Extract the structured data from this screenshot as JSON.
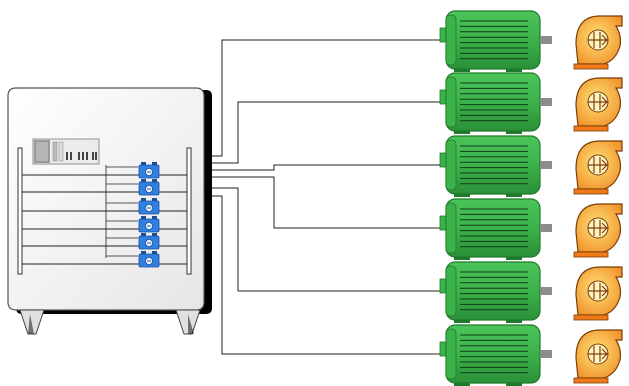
{
  "diagram": {
    "type": "motor-control-panel-schematic",
    "drive_count": 6,
    "motor_count": 6,
    "pump_count": 6,
    "colors": {
      "background": "#ffffff",
      "cabinet_fill": "#eeeeee",
      "cabinet_stroke": "#555555",
      "cabinet_shadow": "#000000",
      "wire": "#222222",
      "drive_body": "#2f80e0",
      "drive_dark": "#1a4f9c",
      "motor_body": "#3cb24a",
      "motor_dark": "#1f7a2a",
      "motor_shaft": "#8c8c8c",
      "pump_light": "#ffd84a",
      "pump_dark": "#f07a1a",
      "pump_outline": "#7a3d08"
    },
    "icons": {
      "cabinet": "electrical-cabinet-icon",
      "plc": "plc-rack-icon",
      "drive": "motor-drive-icon",
      "motor": "electric-motor-icon",
      "pump": "centrifugal-pump-icon"
    }
  }
}
